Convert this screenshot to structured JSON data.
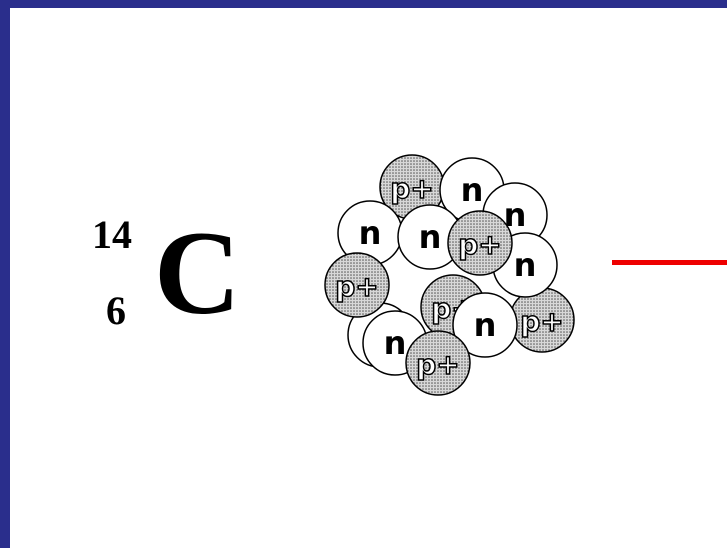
{
  "isotope": {
    "mass_number": "14",
    "atomic_number": "6",
    "symbol": "C"
  },
  "nucleus": {
    "proton_label": "p+",
    "neutron_label": "n",
    "particles": [
      {
        "kind": "n"
      },
      {
        "kind": "p"
      },
      {
        "kind": "n"
      },
      {
        "kind": "n"
      },
      {
        "kind": "n"
      },
      {
        "kind": "n"
      },
      {
        "kind": "p"
      },
      {
        "kind": "n"
      },
      {
        "kind": "p"
      },
      {
        "kind": "n"
      },
      {
        "kind": "p"
      },
      {
        "kind": "p"
      },
      {
        "kind": "n"
      },
      {
        "kind": "p"
      }
    ]
  },
  "colors": {
    "border": "#2a2e8c",
    "background": "#ffffff",
    "arrow": "#ee0000",
    "proton_fill": "#b8b8b8",
    "neutron_fill": "#ffffff"
  }
}
